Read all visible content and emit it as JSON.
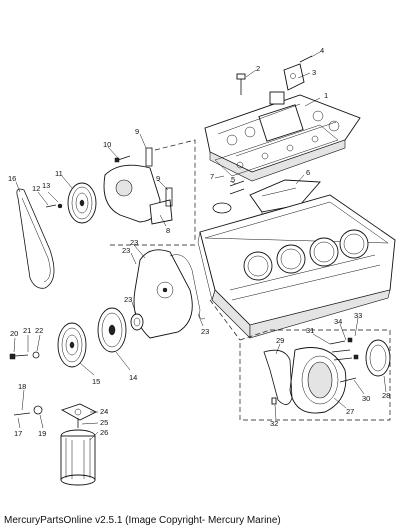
{
  "caption": "MercuryPartsOnline v2.5.1 (Image Copyright- Mercury Marine)",
  "callouts": {
    "c1": "1",
    "c2": "2",
    "c3": "3",
    "c4": "4",
    "c5": "5",
    "c6": "6",
    "c7": "7",
    "c8": "8",
    "c9a": "9",
    "c9b": "9",
    "c10": "10",
    "c11": "11",
    "c12": "12",
    "c13": "13",
    "c14": "14",
    "c15": "15",
    "c16": "16",
    "c17": "17",
    "c18": "18",
    "c19": "19",
    "c20": "20",
    "c21": "21",
    "c22": "22",
    "c23a": "23",
    "c23b": "23",
    "c23c": "23",
    "c23d": "23",
    "c24": "24",
    "c25": "25",
    "c26": "26",
    "c27": "27",
    "c28": "28",
    "c29": "29",
    "c30": "30",
    "c31": "31",
    "c32": "32",
    "c33": "33",
    "c34": "34"
  }
}
